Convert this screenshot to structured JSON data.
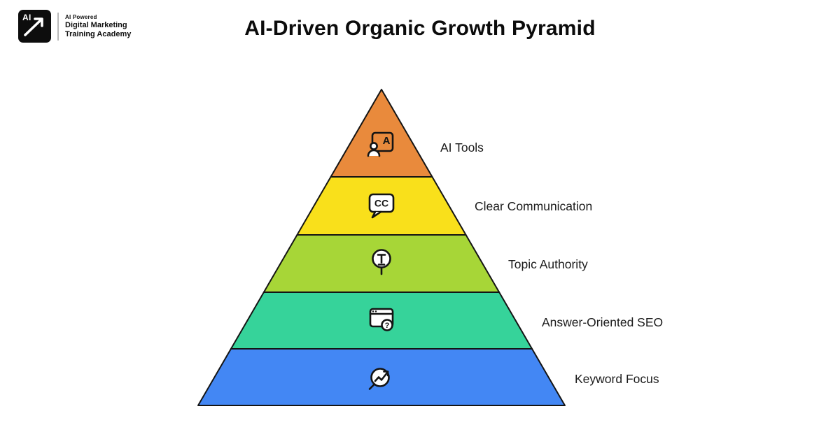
{
  "header": {
    "logo": {
      "badge_text": "AI",
      "arrow_icon": "trending-up-arrow-icon",
      "tagline_line1": "AI Powered",
      "tagline_line2": "Digital Marketing",
      "tagline_line3": "Training Academy"
    },
    "title": "AI-Driven Organic Growth Pyramid"
  },
  "chart_data": {
    "type": "pyramid",
    "order": "top-to-bottom",
    "outline_color": "#141414",
    "background": "#ffffff",
    "label_color": "#1b1b1b",
    "levels": [
      {
        "label": "AI Tools",
        "color": "#E98A3C",
        "icon": "ai-training-icon"
      },
      {
        "label": "Clear Communication",
        "color": "#F9E01B",
        "icon": "closed-caption-bubble-icon"
      },
      {
        "label": "Topic Authority",
        "color": "#A7D637",
        "icon": "search-text-icon"
      },
      {
        "label": "Answer-Oriented SEO",
        "color": "#36D39A",
        "icon": "browser-question-icon"
      },
      {
        "label": "Keyword Focus",
        "color": "#4387F4",
        "icon": "search-trend-icon"
      }
    ]
  }
}
